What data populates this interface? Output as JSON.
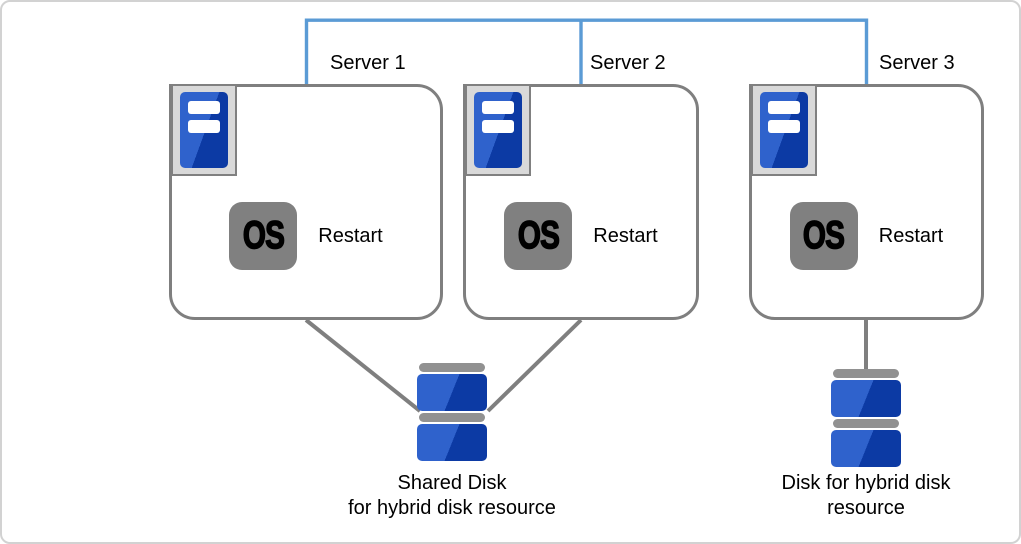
{
  "colors": {
    "network_blue": "#5B9BD5",
    "border_gray": "#7F7F7F",
    "outer_border": "#D2D2D2",
    "icon_frame_gray": "#D9D9D9",
    "os_gray": "#808080",
    "disk_bar_gray": "#919191",
    "blue_light": "#2F62CC",
    "blue_dark": "#0C3AA4",
    "text_black": "#000000"
  },
  "servers": [
    {
      "label": "Server 1",
      "os_label": "OS",
      "action_label": "Restart"
    },
    {
      "label": "Server 2",
      "os_label": "OS",
      "action_label": "Restart"
    },
    {
      "label": "Server 3",
      "os_label": "OS",
      "action_label": "Restart"
    }
  ],
  "disks": [
    {
      "label_line1": "Shared Disk",
      "label_line2": "for hybrid disk resource"
    },
    {
      "label_line1": "Disk for hybrid disk",
      "label_line2": "resource"
    }
  ]
}
